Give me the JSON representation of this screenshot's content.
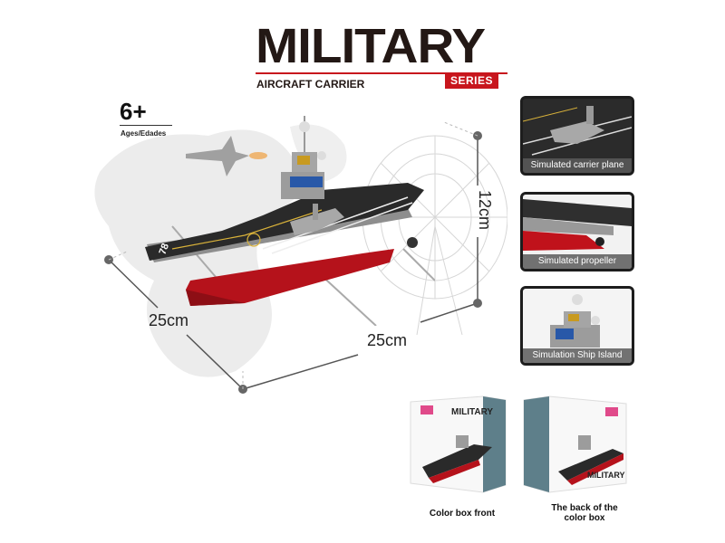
{
  "header": {
    "title": "MILITARY",
    "subtitle": "AIRCRAFT CARRIER",
    "series_badge": "SERIES"
  },
  "age": {
    "value": "6+",
    "label": "Ages/Edades"
  },
  "dimensions": {
    "length_left": "25cm",
    "length_bottom": "25cm",
    "height": "12cm"
  },
  "product": {
    "hull_number": "78"
  },
  "features": [
    {
      "caption": "Simulated carrier plane"
    },
    {
      "caption": "Simulated propeller"
    },
    {
      "caption": "Simulation Ship Island"
    }
  ],
  "boxes": [
    {
      "caption": "Color box front",
      "box_title": "MILITARY"
    },
    {
      "caption": "The back of the color box",
      "box_title": "MILITARY"
    }
  ],
  "colors": {
    "accent_red": "#c8161d",
    "title_black": "#231815",
    "deck": "#2a2a2a",
    "hull_red": "#b5121b",
    "gray": "#9a9a9a"
  }
}
